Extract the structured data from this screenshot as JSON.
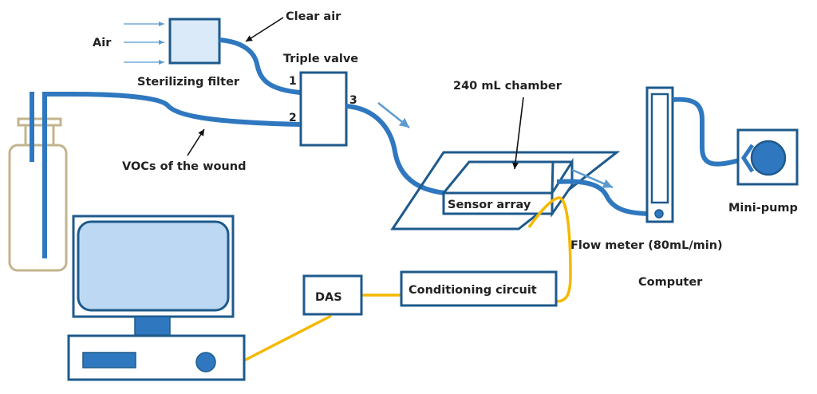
{
  "diagram": {
    "labels": {
      "air": "Air",
      "clear_air": "Clear air",
      "sterilizing_filter": "Sterilizing filter",
      "triple_valve": "Triple valve",
      "port_1": "1",
      "port_2": "2",
      "port_3": "3",
      "vocs": "VOCs of the wound",
      "chamber": "240 mL chamber",
      "sensor_array": "Sensor array",
      "flow_meter": "Flow meter (80mL/min)",
      "mini_pump": "Mini-pump",
      "computer": "Computer",
      "das": "DAS",
      "conditioning_circuit": "Conditioning circuit"
    },
    "colors": {
      "tube": "#2f78bf",
      "outline": "#1e5a8c",
      "wire": "#f5b800",
      "bottle": "#c2b48e",
      "screen": "#bcd8f2",
      "filter": "#dbeaf8",
      "flow_arrow": "#5b9bd0"
    }
  }
}
